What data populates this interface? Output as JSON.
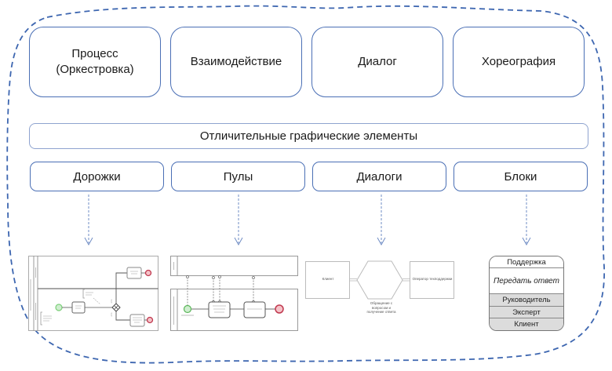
{
  "diagram": {
    "colors": {
      "accent": "#4a6fb5",
      "arrow": "#6f8cc4",
      "frame_dash": "#3d66b0",
      "start_event": "#7ccf7a",
      "end_event": "#e06a7a",
      "block_shaded": "#dcdcdc"
    },
    "diagram_types": [
      {
        "label": "Процесс\n(Оркестровка)",
        "line1": "Процесс",
        "line2": "(Оркестровка)"
      },
      {
        "label": "Взаимодействие"
      },
      {
        "label": "Диалог"
      },
      {
        "label": "Хореография"
      }
    ],
    "banner": "Отличительные графические элементы",
    "elements": [
      {
        "label": "Дорожки",
        "icon": "lanes-thumbnail"
      },
      {
        "label": "Пулы",
        "icon": "pools-thumbnail"
      },
      {
        "label": "Диалоги",
        "icon": "conversation-thumbnail"
      },
      {
        "label": "Блоки",
        "icon": "choreography-block-thumbnail"
      }
    ],
    "conversation_example": {
      "left_participant": "Клиент",
      "right_participant": "Оператор техподдержки",
      "conversation_label": "Обращение с вопросом и получение ответа"
    },
    "choreography_block": {
      "rows": [
        {
          "label": "Поддержка",
          "style": "normal"
        },
        {
          "label": "Передать ответ",
          "style": "italic"
        },
        {
          "label": "Руководитель",
          "style": "shaded"
        },
        {
          "label": "Эксперт",
          "style": "shaded"
        },
        {
          "label": "Клиент",
          "style": "shaded"
        }
      ]
    }
  }
}
